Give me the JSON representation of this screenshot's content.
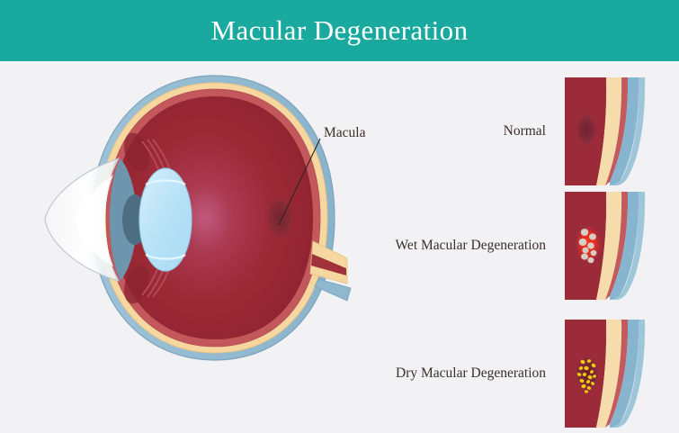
{
  "header": {
    "title": "Macular Degeneration",
    "background_color": "#1aa99e",
    "text_color": "#ffffff"
  },
  "page": {
    "background_color": "#f2f1f4",
    "text_color": "#3b3028"
  },
  "main_diagram": {
    "name": "eye-cross-section",
    "callouts": [
      {
        "label": "Macula",
        "points_to": "macula-spot"
      }
    ],
    "structures": [
      {
        "name": "cornea",
        "color": "#f4f7f9"
      },
      {
        "name": "iris",
        "color": "#6d95ad"
      },
      {
        "name": "pupil",
        "color": "#4b6d80"
      },
      {
        "name": "lens",
        "color": "#bce4f6"
      },
      {
        "name": "sclera",
        "color": "#8fb8d0"
      },
      {
        "name": "choroid",
        "color": "#f6d9a2"
      },
      {
        "name": "retina",
        "color": "#c0585a"
      },
      {
        "name": "vitreous-body",
        "color": "#9e2b38"
      },
      {
        "name": "macula-spot",
        "color": "#7e2733"
      },
      {
        "name": "optic-nerve",
        "color": "#f6d9a2"
      },
      {
        "name": "ciliary-muscle",
        "color": "#a33040"
      }
    ]
  },
  "comparison_panels": [
    {
      "id": "normal",
      "label": "Normal",
      "macula_appearance": "dark-oval",
      "marker_color": "#7a2935",
      "layers": [
        "retina",
        "choroid",
        "sclera"
      ]
    },
    {
      "id": "wet",
      "label": "Wet Macular Degeneration",
      "macula_appearance": "red-patch-with-fluid-blobs",
      "marker_color": "#ef2a20",
      "blob_color": "#d9cfc6",
      "blob_count": 8,
      "layers": [
        "retina",
        "choroid",
        "sclera"
      ]
    },
    {
      "id": "dry",
      "label": "Dry Macular Degeneration",
      "macula_appearance": "dark-oval-with-yellow-drusen",
      "marker_color": "#6f222e",
      "drusen_color": "#f2c410",
      "drusen_count": 16,
      "layers": [
        "retina",
        "choroid",
        "sclera"
      ]
    }
  ]
}
